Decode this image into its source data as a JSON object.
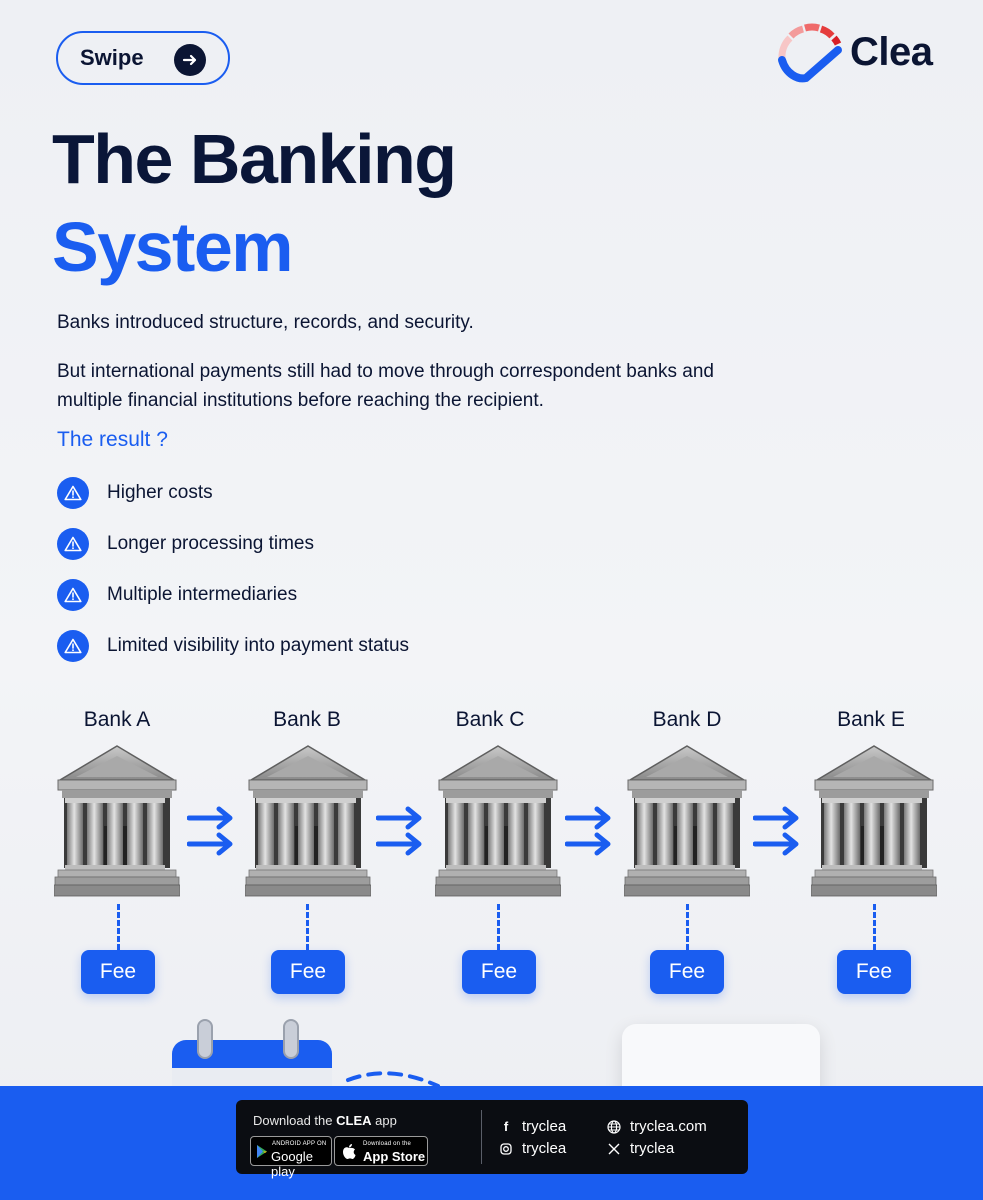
{
  "header": {
    "swipe_label": "Swipe",
    "logo_text": "Clea"
  },
  "title": {
    "line1": "The Banking",
    "line2": "System"
  },
  "body": {
    "paragraph1": "Banks introduced structure, records, and security.",
    "paragraph2": "But international payments still had to move through correspondent banks and multiple financial institutions before reaching the recipient.",
    "result_heading": "The result ?"
  },
  "issues": [
    {
      "label": "Higher costs",
      "icon": "warning-icon"
    },
    {
      "label": "Longer processing times",
      "icon": "warning-icon"
    },
    {
      "label": "Multiple intermediaries",
      "icon": "warning-icon"
    },
    {
      "label": "Limited visibility into payment status",
      "icon": "warning-icon"
    }
  ],
  "banks": [
    {
      "name": "Bank A",
      "fee": "Fee"
    },
    {
      "name": "Bank B",
      "fee": "Fee"
    },
    {
      "name": "Bank C",
      "fee": "Fee"
    },
    {
      "name": "Bank D",
      "fee": "Fee"
    },
    {
      "name": "Bank E",
      "fee": "Fee"
    }
  ],
  "footer": {
    "download_prefix": "Download the ",
    "download_brand": "CLEA",
    "download_suffix": " app",
    "google_small": "ANDROID APP ON",
    "google_big": "Google play",
    "apple_small": "Download on the",
    "apple_big": "App Store",
    "facebook": "tryclea",
    "instagram": "tryclea",
    "website": "tryclea.com",
    "x": "tryclea"
  },
  "colors": {
    "accent": "#1a5df0",
    "navy": "#0b1533",
    "background": "#eef0f4"
  }
}
